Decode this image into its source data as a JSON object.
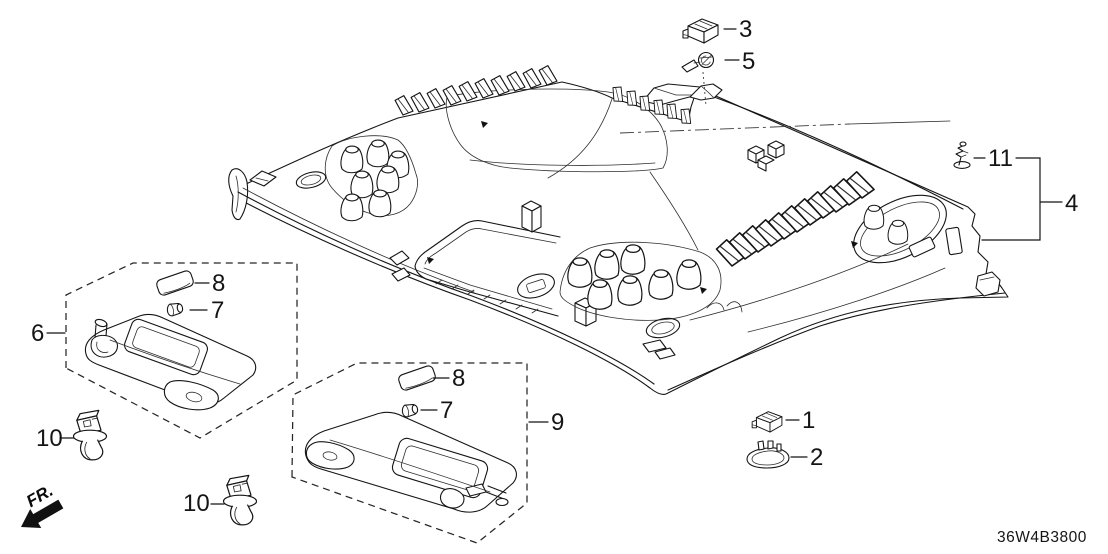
{
  "page": {
    "background": "#ffffff",
    "line_color": "#151515"
  },
  "diagram": {
    "code": "36W4B3800",
    "front_direction_label": "FR."
  },
  "callouts": {
    "c1": {
      "label": "1"
    },
    "c2": {
      "label": "2"
    },
    "c3": {
      "label": "3"
    },
    "c4": {
      "label": "4"
    },
    "c5": {
      "label": "5"
    },
    "c6": {
      "label": "6"
    },
    "c7a": {
      "label": "7"
    },
    "c7b": {
      "label": "7"
    },
    "c8a": {
      "label": "8"
    },
    "c8b": {
      "label": "8"
    },
    "c9": {
      "label": "9"
    },
    "c10a": {
      "label": "10"
    },
    "c10b": {
      "label": "10"
    },
    "c11": {
      "label": "11"
    }
  }
}
